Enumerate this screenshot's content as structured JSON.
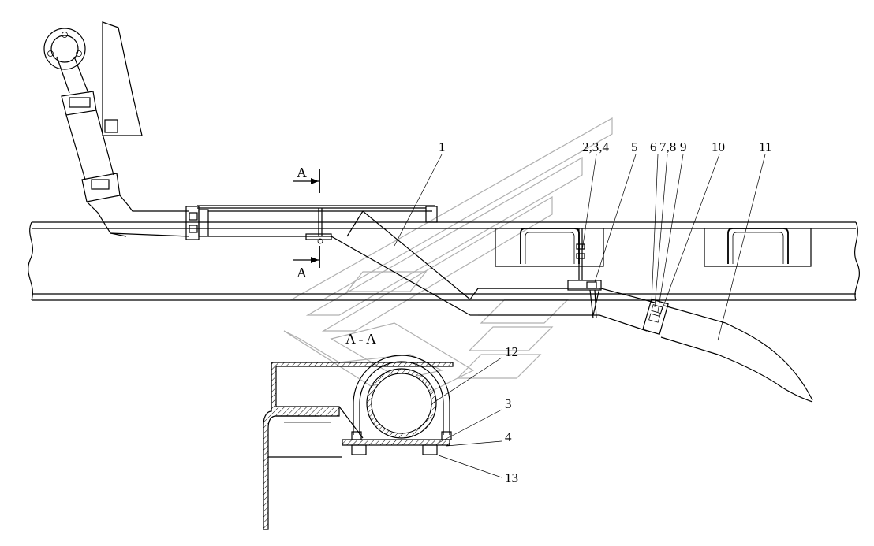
{
  "section_marks": {
    "top": "A",
    "bottom": "A",
    "section_title": "A - A"
  },
  "callouts": {
    "c1": "1",
    "c234": "2,3,4",
    "c5": "5",
    "c6": "6",
    "c78": "7,8",
    "c9": "9",
    "c10": "10",
    "c11": "11",
    "c12": "12",
    "c3": "3",
    "c4": "4",
    "c13": "13"
  },
  "colors": {
    "line": "#000000",
    "watermark": "#b0b0b0",
    "background": "#ffffff"
  }
}
